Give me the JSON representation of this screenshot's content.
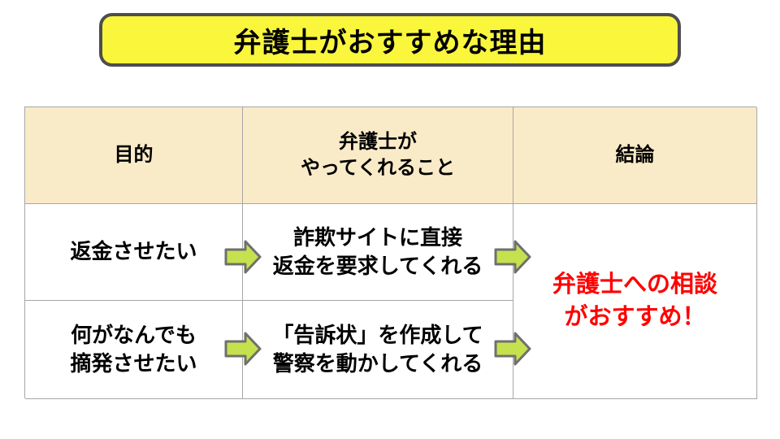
{
  "title": {
    "text": "弁護士がおすすめな理由"
  },
  "table": {
    "headers": [
      {
        "label": "目的"
      },
      {
        "label": "弁護士が\nやってくれること"
      },
      {
        "label": "結論"
      }
    ],
    "rows": [
      {
        "purpose": "返金させたい",
        "action": "詐欺サイトに直接\n返金を要求してくれる"
      },
      {
        "purpose": "何がなんでも\n摘発させたい",
        "action": "「告訴状」を作成して\n警察を動かしてくれる"
      }
    ],
    "conclusion": "弁護士への相談\nがおすすめ！"
  },
  "icons": {
    "flow_arrow": "right-block-arrow"
  },
  "colors": {
    "banner_fill": "#FAF63C",
    "banner_border": "#4E4E4E",
    "header_fill": "#FAEBC8",
    "grid_border": "#A6A6A6",
    "arrow_fill": "#C6E14E",
    "arrow_border": "#6F6F6F",
    "conclusion_color": "#FF0000"
  }
}
